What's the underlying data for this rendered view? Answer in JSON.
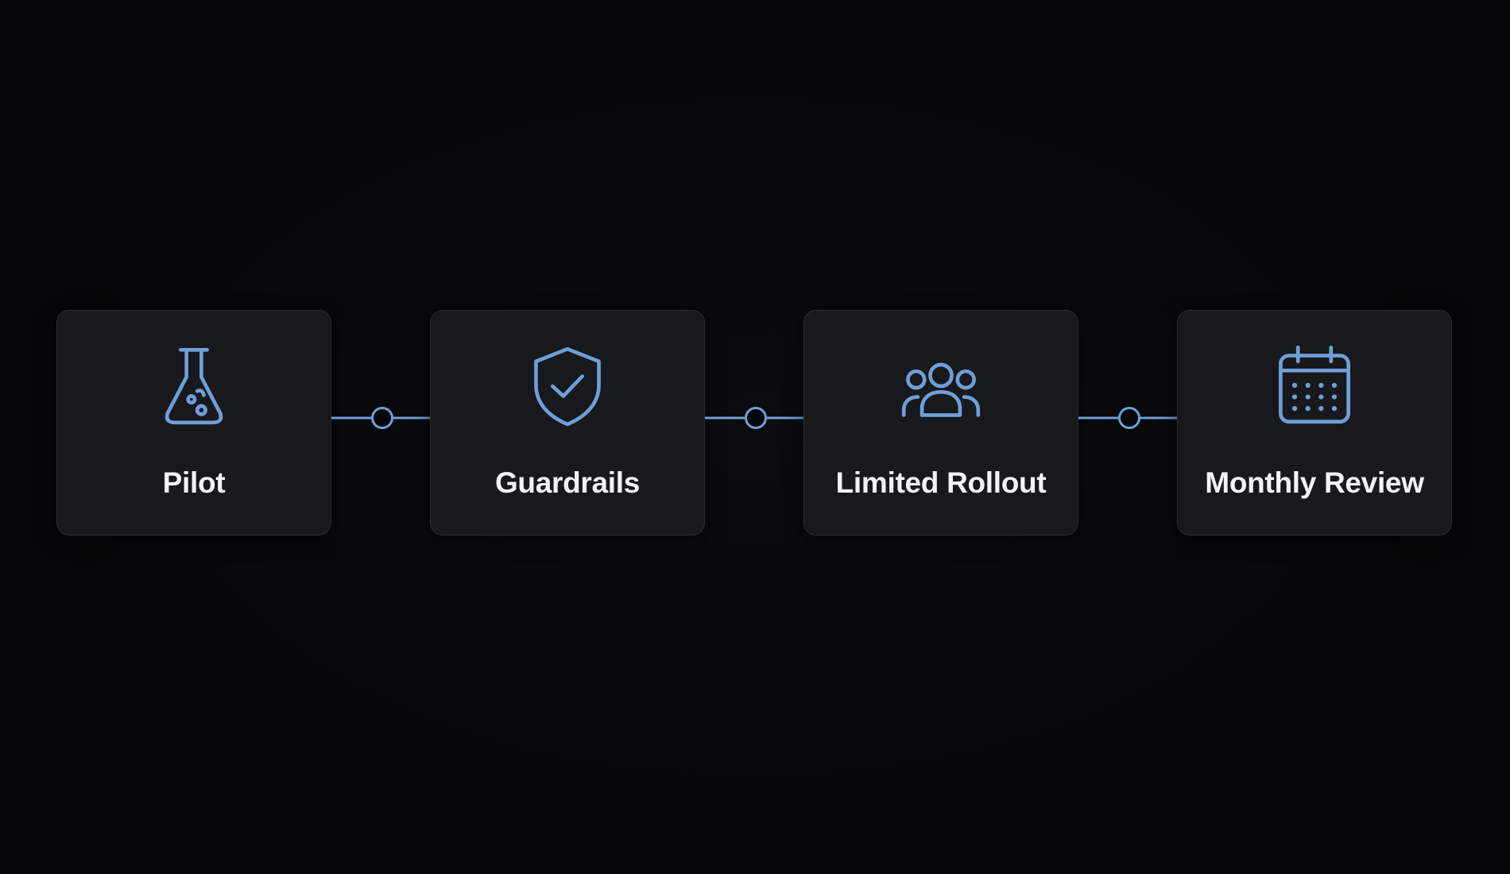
{
  "diagram": {
    "type": "process-flow",
    "accent_color": "#6e9fd8",
    "background_color": "#050607",
    "card_color": "#18191d",
    "steps": [
      {
        "label": "Pilot",
        "icon": "flask-icon"
      },
      {
        "label": "Guardrails",
        "icon": "shield-check-icon"
      },
      {
        "label": "Limited Rollout",
        "icon": "users-group-icon"
      },
      {
        "label": "Monthly Review",
        "icon": "calendar-icon"
      }
    ],
    "connectors": [
      {
        "from": "Pilot",
        "to": "Guardrails"
      },
      {
        "from": "Guardrails",
        "to": "Limited Rollout"
      },
      {
        "from": "Limited Rollout",
        "to": "Monthly Review"
      }
    ]
  }
}
